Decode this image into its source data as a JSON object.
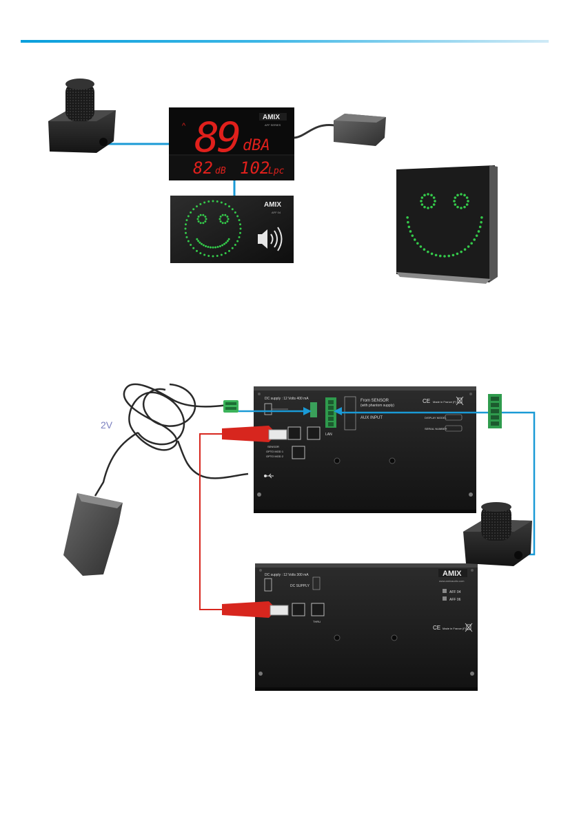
{
  "colors": {
    "accent_line": "#0a9fdc",
    "cable_blue": "#1a9ad6",
    "cable_red": "#d7261e",
    "led_red": "#e0201c",
    "led_green": "#34c94a"
  },
  "power_label": "2V",
  "display_top": {
    "brand": "AMIX",
    "model": "AFF SERIES",
    "main_value": "89",
    "main_unit": "dBA",
    "left_value": "82",
    "left_unit": "dB",
    "right_value": "102",
    "right_unit": "Lpc"
  },
  "display_smiley": {
    "brand": "AMIX",
    "model": "AFF 04"
  },
  "rear_panel_top": {
    "dc_supply": "DC supply : 12 Volts    400 mA",
    "from_sensor": "From SENSOR",
    "phantom": "(with phantom supply)",
    "aux_input": "AUX INPUT",
    "made_in": "Made in France (F)",
    "display_model": "DISPLAY MODEL",
    "serial_number": "SERIAL NUMBER",
    "lan": "LAN",
    "sensor": "SENSOR",
    "opto_mod1": "OPTO MOD 1",
    "opto_mod2": "OPTO MOD 2"
  },
  "rear_panel_bottom": {
    "dc_supply": "DC supply : 12 Volts    300 mA",
    "dc_supply_label": "DC SUPPLY",
    "brand": "AMIX",
    "website": "www.amixaudio.com",
    "option1": "AFF 04",
    "option2": "AFF 06",
    "thru": "THRU",
    "made_in": "Made in France (F)"
  },
  "icons": [
    "microphone-sensor-icon",
    "power-adapter-icon",
    "speaker-icon",
    "usb-icon",
    "ce-mark-icon",
    "weee-bin-icon"
  ]
}
